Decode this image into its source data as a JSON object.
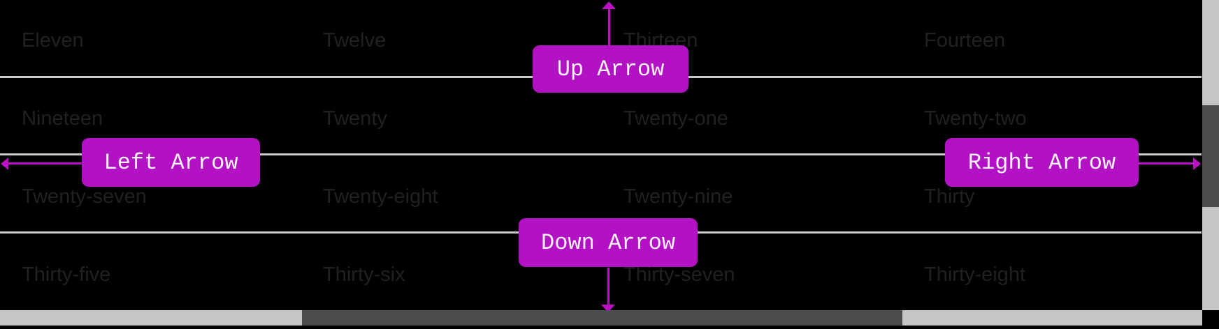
{
  "grid": {
    "rows": [
      {
        "cells": [
          "Eleven",
          "Twelve",
          "Thirteen",
          "Fourteen"
        ]
      },
      {
        "cells": [
          "Nineteen",
          "Twenty",
          "Twenty-one",
          "Twenty-two"
        ]
      },
      {
        "cells": [
          "Twenty-seven",
          "Twenty-eight",
          "Twenty-nine",
          "Thirty"
        ]
      },
      {
        "cells": [
          "Thirty-five",
          "Thirty-six",
          "Thirty-seven",
          "Thirty-eight"
        ]
      }
    ]
  },
  "buttons": {
    "up": {
      "label": "Up Arrow"
    },
    "left": {
      "label": "Left Arrow"
    },
    "right": {
      "label": "Right Arrow"
    },
    "down": {
      "label": "Down Arrow"
    }
  },
  "icons": {
    "up_arrowhead": "arrow-up",
    "down_arrowhead": "arrow-down",
    "left_arrowhead": "arrow-left",
    "right_arrowhead": "arrow-right"
  },
  "colors": {
    "background": "#000000",
    "cell_text": "#212121",
    "row_separator": "#c9c9c9",
    "button_background": "#b312c4",
    "button_text": "#faf3fa",
    "arrow": "#bb10c4",
    "scrollbar_track": "#c6c6c6",
    "scrollbar_thumb": "#4d4d4d"
  }
}
